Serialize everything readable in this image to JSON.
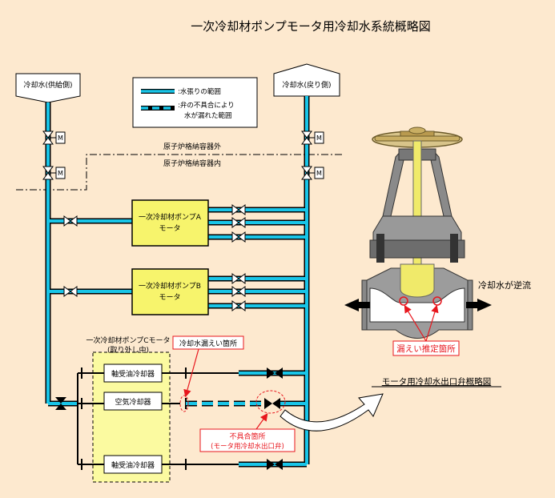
{
  "title": "一次冷却材ポンプモータ用冷却水系統概略図",
  "supply_label": "冷却水(供給側)",
  "return_label": "冷却水(戻り側)",
  "legend": {
    "water_filled": ":水張りの範囲",
    "leak_line1": ":弁の不具合により",
    "leak_line2": "水が漏れた範囲"
  },
  "containment_outside": "原子炉格納容器外",
  "containment_inside": "原子炉格納容器内",
  "motor_valve_label": "M",
  "pump_a": {
    "line1": "一次冷却材ポンプA",
    "line2": "モータ"
  },
  "pump_b": {
    "line1": "一次冷却材ポンプB",
    "line2": "モータ"
  },
  "pump_c": {
    "line1": "一次冷却材ポンプCモータ",
    "line2": "(取り外し中)"
  },
  "coolers": {
    "upper": "軸受油冷却器",
    "air": "空気冷却器",
    "lower": "軸受油冷却器"
  },
  "leak_location_label": "冷却水漏えい箇所",
  "defect_location": {
    "line1": "不具合箇所",
    "line2": "(モータ用冷却水出口弁)"
  },
  "valve_panel": {
    "backflow_label": "冷却水が逆流",
    "estimated_leak_label": "漏えい推定箇所",
    "caption": "モータ用冷却水出口弁概略図"
  },
  "colors": {
    "background": "#fde9cf",
    "water_pipe": "#18c5e8",
    "pump_box": "#f7f46c",
    "leak_red": "#e8161d",
    "pump_c_area": "#fbfaa0"
  }
}
